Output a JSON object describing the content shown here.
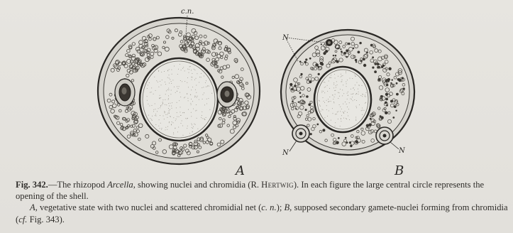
{
  "figure": {
    "label_a": "A",
    "label_b": "B",
    "label_cn": "c.n.",
    "label_n_top": "N",
    "label_n_left": "N",
    "label_n_right": "N"
  },
  "caption": {
    "fig_number": "Fig. 342.",
    "line1_part1": "—The rhizopod ",
    "genus": "Arcella",
    "line1_part2": ", showing nuclei and chromidia (R. ",
    "author": "Hertwig",
    "line1_part3": ").  In each figure the large central circle represents the opening of the shell.",
    "p2_a": "A",
    "p2_part1": ", vegetative state with two nuclei and scattered chromidial net (",
    "p2_cn": "c. n.",
    "p2_part2": "); ",
    "p2_b": "B",
    "p2_part3": ", supposed secondary gamete-nuclei forming from chromidia (",
    "p2_cf": "cf.",
    "p2_part4": " Fig. 343)."
  },
  "colors": {
    "ink": "#2a2825",
    "paper": "#e4e2dd",
    "cell_fill": "#dcdad4",
    "center_fill": "#e9e8e3"
  }
}
